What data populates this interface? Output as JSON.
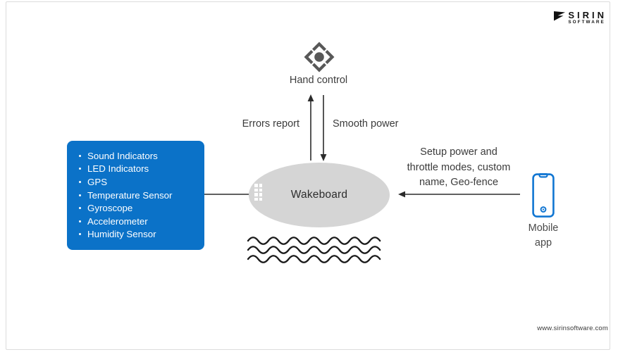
{
  "brand": {
    "logo_text": "SIRIN",
    "logo_subtext": "SOFTWARE",
    "website": "www.sirinsoftware.com"
  },
  "hand_control": {
    "label": "Hand control"
  },
  "links": {
    "errors_label": "Errors report",
    "power_label": "Smooth power"
  },
  "wakeboard": {
    "label": "Wakeboard"
  },
  "features": [
    "Sound Indicators",
    "LED Indicators",
    "GPS",
    "Temperature Sensor",
    "Gyroscope",
    "Accelerometer",
    "Humidity Sensor"
  ],
  "mobile_app": {
    "annotation": [
      "Setup power and",
      "throttle modes, custom",
      "name, Geo-fence"
    ],
    "label": [
      "Mobile",
      "app"
    ]
  },
  "colors": {
    "accent_blue": "#0b72c8",
    "phone_blue": "#1176d2",
    "node_gray": "#d5d5d5",
    "line_dark": "#2b2b2b"
  }
}
